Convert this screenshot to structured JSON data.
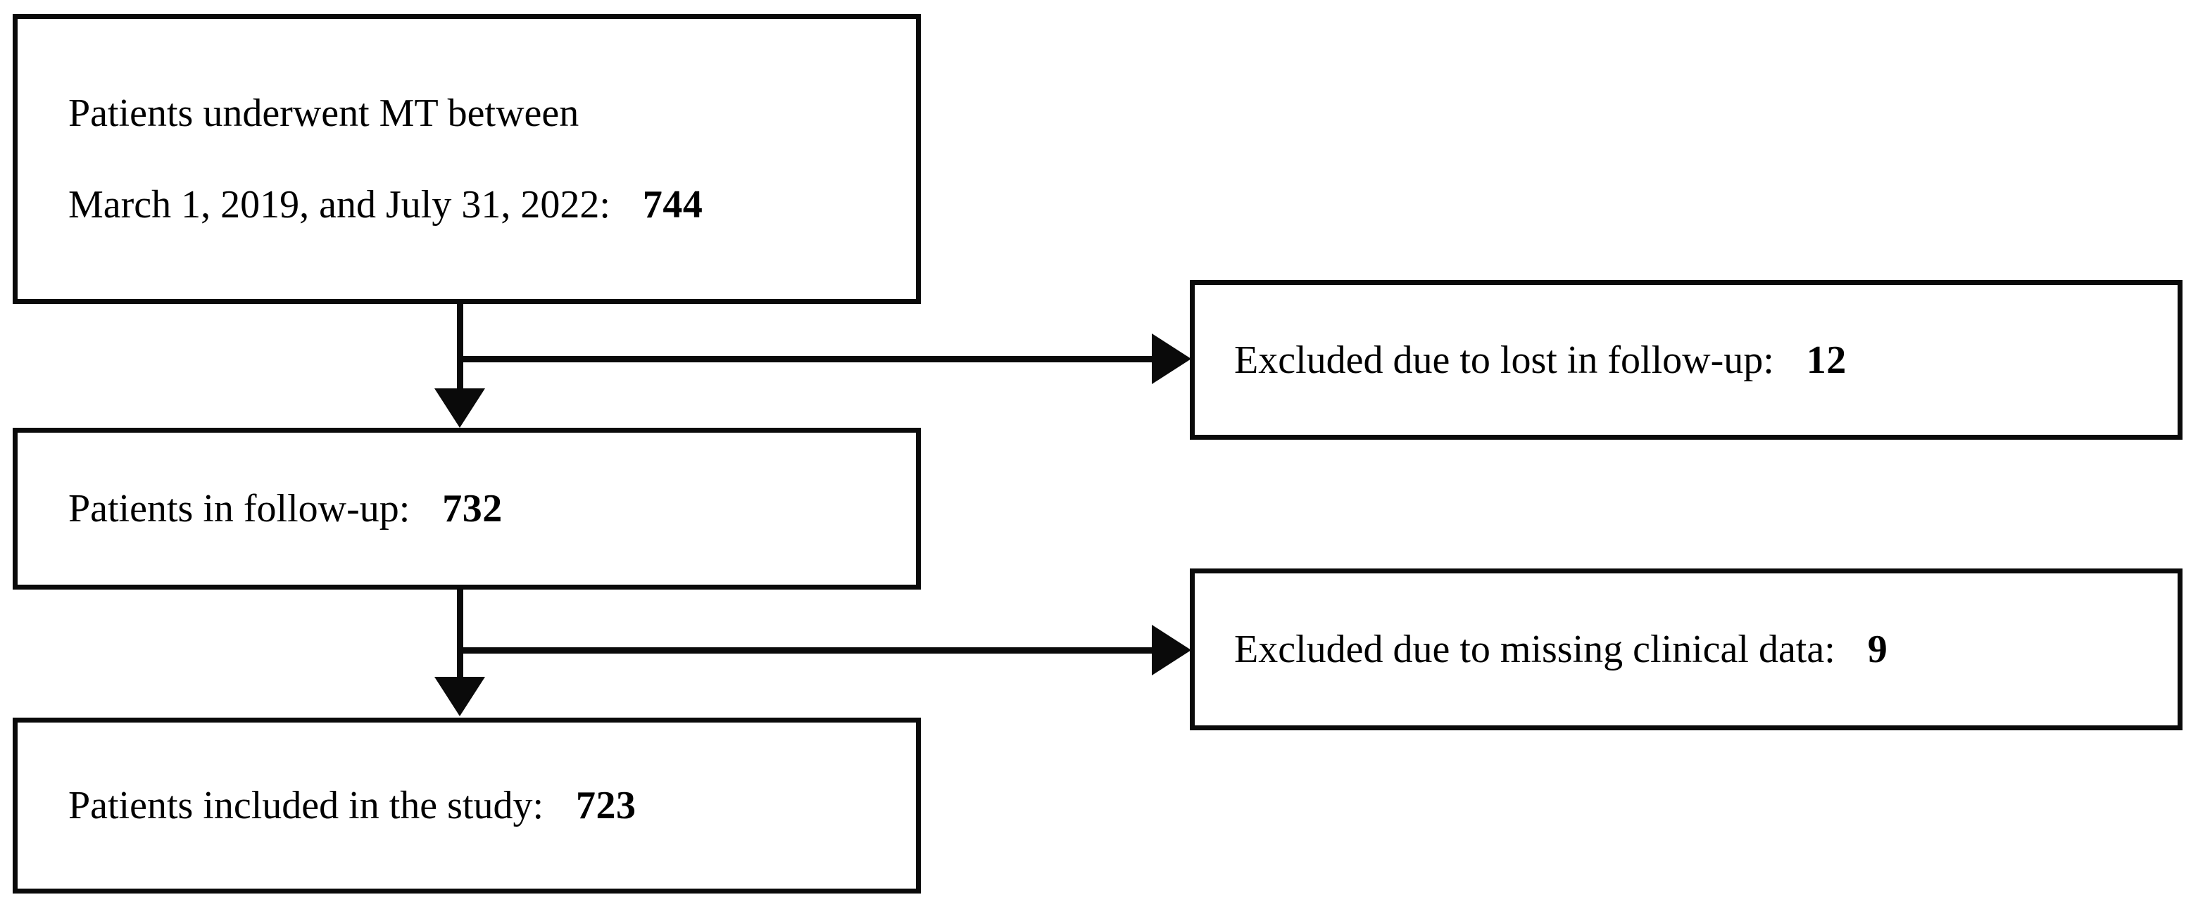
{
  "diagram": {
    "type": "study-flow-diagram",
    "accent_color": "#0a0a0a",
    "background_color": "#ffffff",
    "nodes": [
      {
        "id": "enrolled",
        "label_line_1": "Patients underwent MT between",
        "label_line_2": "March 1, 2019, and July 31, 2022:",
        "count": "744"
      },
      {
        "id": "followup",
        "label_line_1": "Patients in follow-up:",
        "count": "732"
      },
      {
        "id": "included",
        "label_line_1": "Patients included in the study:",
        "count": "723"
      },
      {
        "id": "excluded-lost",
        "label_line_1": "Excluded due to lost in follow-up:",
        "count": "12"
      },
      {
        "id": "excluded-missing",
        "label_line_1": "Excluded due to missing clinical data:",
        "count": "9"
      }
    ],
    "edges": [
      {
        "id": "enrolled-to-followup",
        "from": "enrolled",
        "to": "followup",
        "direction": "down"
      },
      {
        "id": "enrolled-to-excluded-lost",
        "from": "enrolled",
        "to": "excluded-lost",
        "direction": "right"
      },
      {
        "id": "followup-to-included",
        "from": "followup",
        "to": "included",
        "direction": "down"
      },
      {
        "id": "followup-to-excluded-missing",
        "from": "followup",
        "to": "excluded-missing",
        "direction": "right"
      }
    ]
  }
}
